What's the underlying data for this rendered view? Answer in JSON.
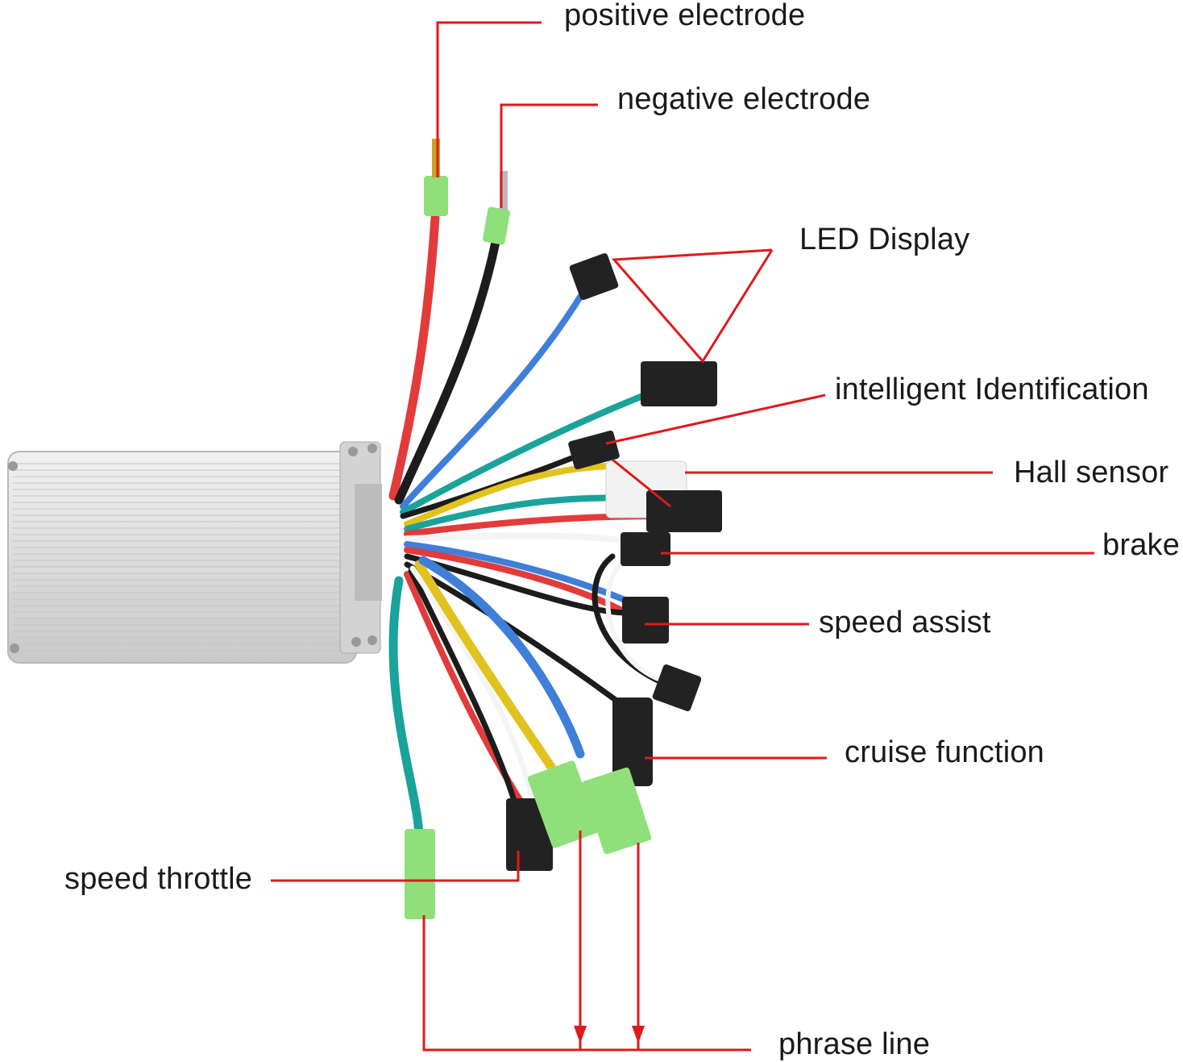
{
  "labels": {
    "positive_electrode": "positive electrode",
    "negative_electrode": "negative electrode",
    "led_display": "LED Display",
    "intelligent_identification": "intelligent Identification",
    "hall_sensor": "Hall sensor",
    "brake": "brake",
    "speed_assist": "speed assist",
    "cruise_function": "cruise function",
    "speed_throttle": "speed throttle",
    "phrase_line": "phrase line"
  },
  "colors": {
    "leader_line": "#e0191b",
    "label_text": "#1a1a1a",
    "controller_body": "#dedede",
    "wire_red": "#e23b3b",
    "wire_black": "#1c1c1c",
    "wire_blue": "#3f7fd9",
    "wire_teal": "#1aa39a",
    "wire_yellow": "#e2c21e",
    "wire_white": "#f4f4f4",
    "connector_green": "#8fe07a",
    "connector_black": "#222222"
  }
}
